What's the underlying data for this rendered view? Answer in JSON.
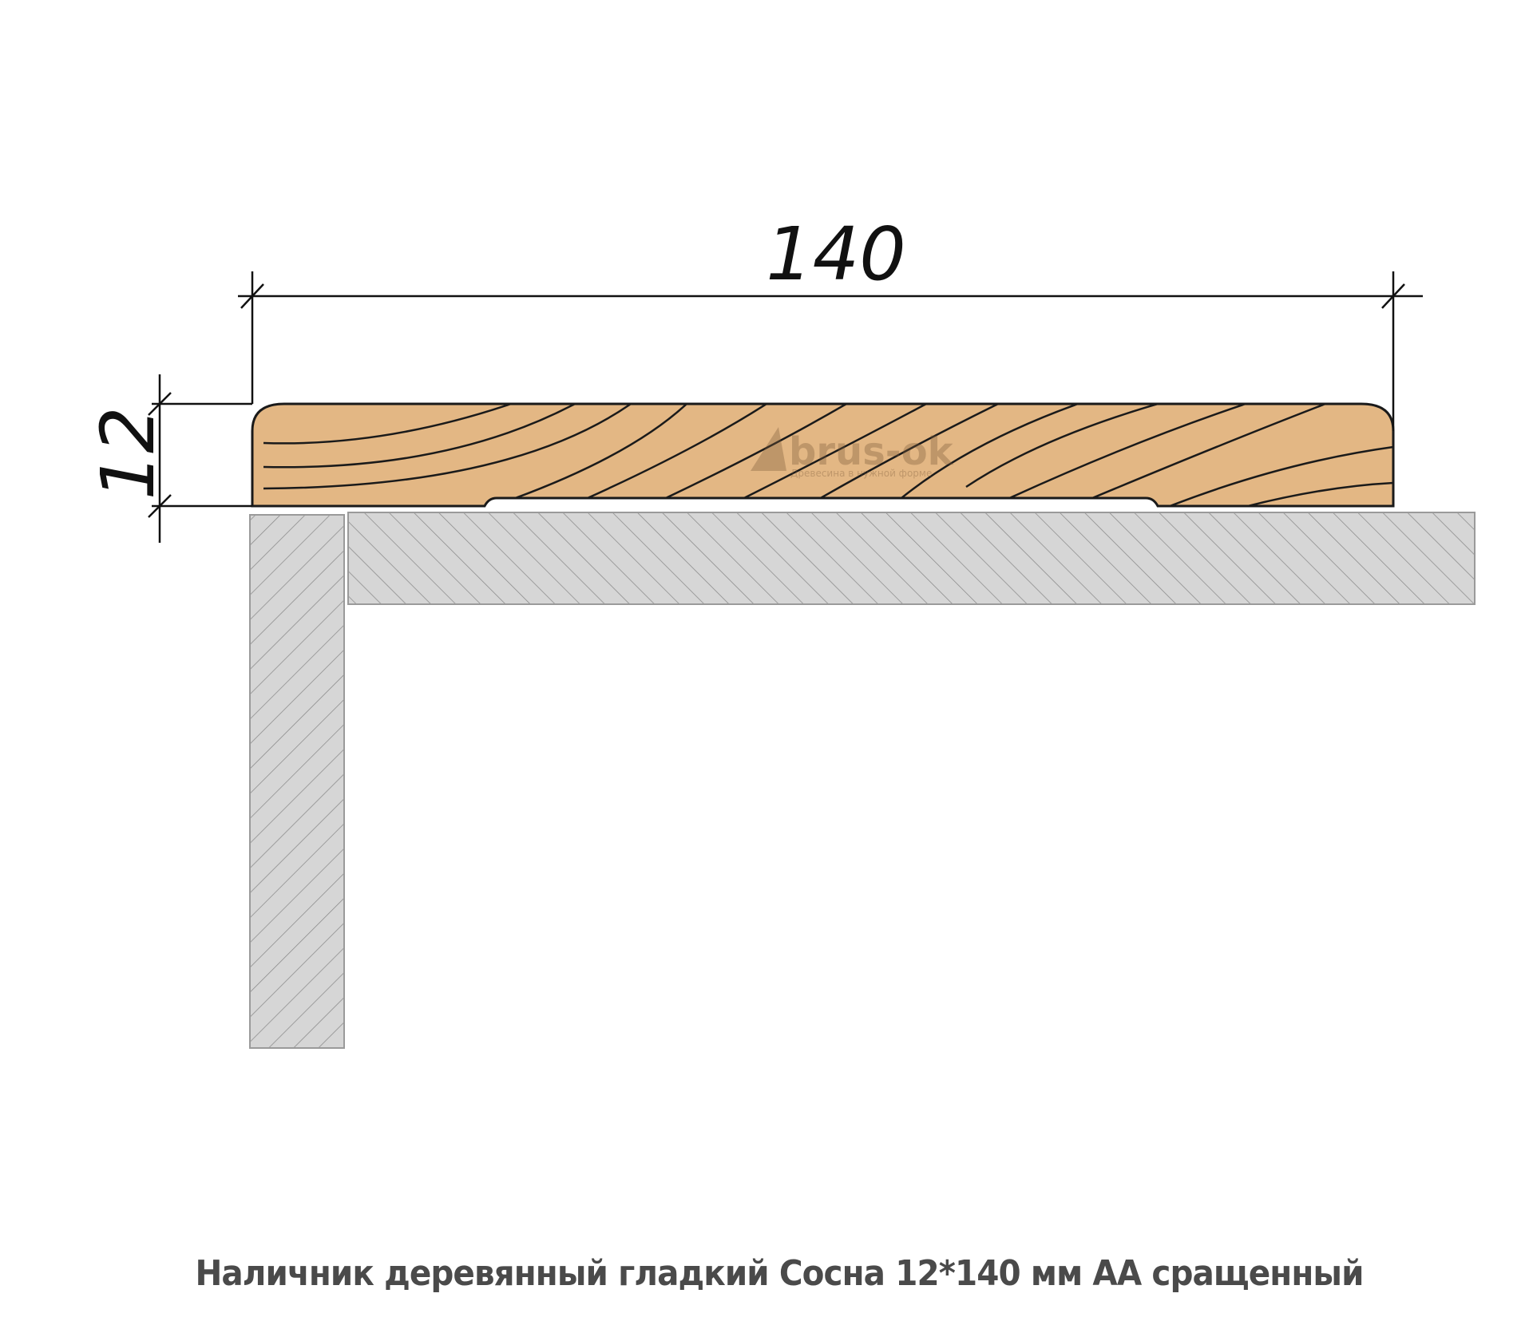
{
  "drawing": {
    "width_dimension": "140",
    "thickness_dimension": "12",
    "watermark": {
      "brand": "brus-ok",
      "tagline": "Древесина в нужной форме"
    },
    "colors": {
      "wood": "#e3b784",
      "wall": "#d6d6d6",
      "hatch": "#8a8a8a",
      "line": "#111111"
    }
  },
  "caption": "Наличник деревянный гладкий Сосна 12*140 мм АА сращенный"
}
